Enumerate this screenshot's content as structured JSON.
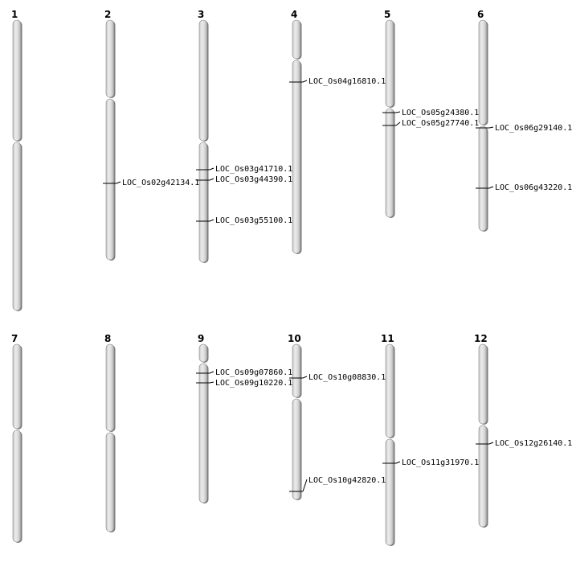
{
  "diagram": {
    "chromosomes": [
      {
        "id": "1",
        "label": "1",
        "genes": []
      },
      {
        "id": "2",
        "label": "2",
        "genes": [
          "LOC_Os02g42134.1"
        ]
      },
      {
        "id": "3",
        "label": "3",
        "genes": [
          "LOC_Os03g41710.1",
          "LOC_Os03g44390.1",
          "LOC_Os03g55100.1"
        ]
      },
      {
        "id": "4",
        "label": "4",
        "genes": [
          "LOC_Os04g16810.1"
        ]
      },
      {
        "id": "5",
        "label": "5",
        "genes": [
          "LOC_Os05g24380.1",
          "LOC_Os05g27740.1"
        ]
      },
      {
        "id": "6",
        "label": "6",
        "genes": [
          "LOC_Os06g29140.1",
          "LOC_Os06g43220.1"
        ]
      },
      {
        "id": "7",
        "label": "7",
        "genes": []
      },
      {
        "id": "8",
        "label": "8",
        "genes": []
      },
      {
        "id": "9",
        "label": "9",
        "genes": [
          "LOC_Os09g07860.1",
          "LOC_Os09g10220.1"
        ]
      },
      {
        "id": "10",
        "label": "10",
        "genes": [
          "LOC_Os10g08830.1",
          "LOC_Os10g42820.1"
        ]
      },
      {
        "id": "11",
        "label": "11",
        "genes": [
          "LOC_Os11g31970.1"
        ]
      },
      {
        "id": "12",
        "label": "12",
        "genes": [
          "LOC_Os12g26140.1"
        ]
      }
    ]
  }
}
